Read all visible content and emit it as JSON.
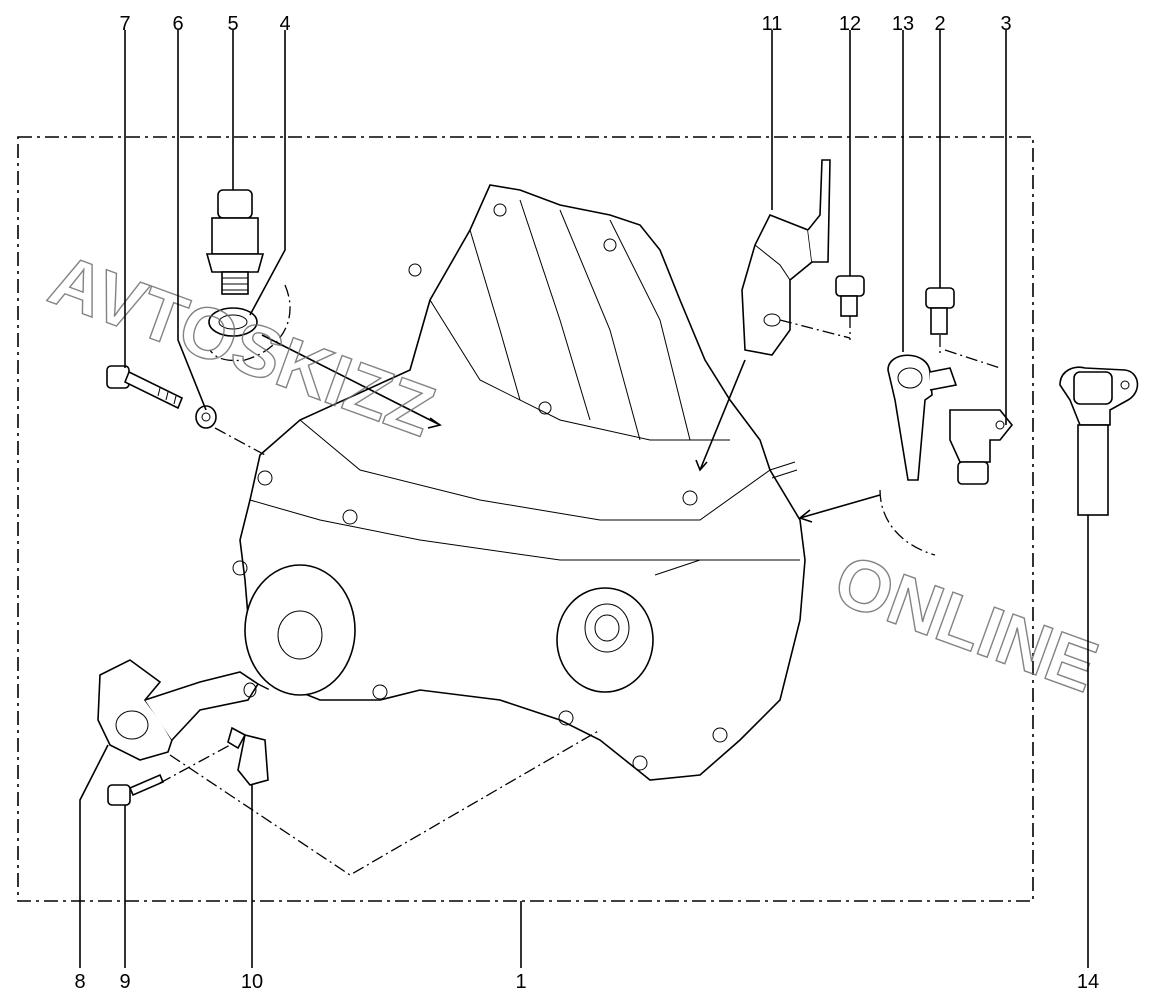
{
  "callouts": {
    "c1": "1",
    "c2": "2",
    "c3": "3",
    "c4": "4",
    "c5": "5",
    "c6": "6",
    "c7": "7",
    "c8": "8",
    "c9": "9",
    "c10": "10",
    "c11": "11",
    "c12": "12",
    "c13": "13",
    "c14": "14"
  },
  "watermark": {
    "line1": "AVTOSKIZZ",
    "line2": "ONLINE"
  }
}
